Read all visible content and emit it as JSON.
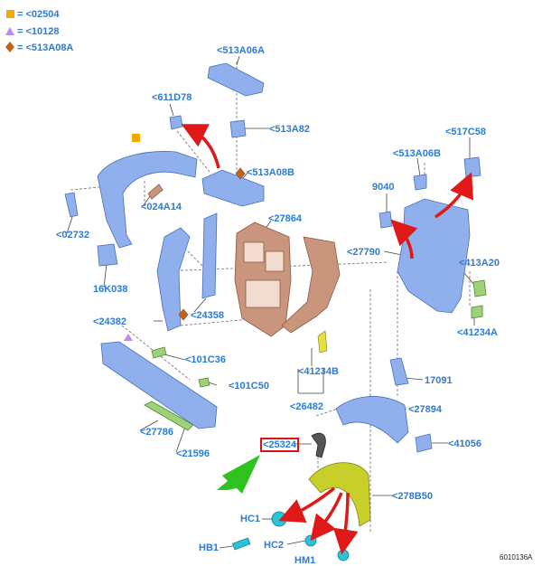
{
  "legend": [
    {
      "symbol": "square",
      "color": "#f5a800",
      "text": "= <02504"
    },
    {
      "symbol": "triangle",
      "color": "#b98ee6",
      "text": "= <10128"
    },
    {
      "symbol": "diamond",
      "color": "#c0641a",
      "text": "= <513A08A"
    }
  ],
  "colors": {
    "label": "#2c7bd6",
    "part_blue": "#8fb0ec",
    "part_bronze": "#c9957c",
    "part_yellow": "#c9cf2a",
    "part_cyan": "#2bc3d8",
    "part_green": "#9fd17a",
    "callout_arrow": "#e01818",
    "pointer_arrow": "#2fc21f",
    "highlight_box": "#e01010"
  },
  "labels": {
    "l513a06a": "<513A06A",
    "l611d78": "<611D78",
    "l513a82": "<513A82",
    "l513a08b": "<513A08B",
    "l024a14": "<024A14",
    "l02732": "<02732",
    "l16k038": "16K038",
    "l27864": "<27864",
    "l24358": "<24358",
    "l24382": "<24382",
    "l101c36": "<101C36",
    "l101c50": "<101C50",
    "l27786": "<27786",
    "l21596": "<21596",
    "l41234b": "<41234B",
    "l26482": "<26482",
    "l25324": "<25324",
    "l27790": "<27790",
    "l513a06b": "<513A06B",
    "l517c58": "<517C58",
    "l9040": "9040",
    "l413a20": "<413A20",
    "l41234a": "<41234A",
    "l17091": "17091",
    "l27894": "<27894",
    "l41056": "<41056",
    "l278b50": "<278B50",
    "lhc1": "HC1",
    "lhb1": "HB1",
    "lhc2": "HC2",
    "lhm1": "HM1"
  },
  "ref_code": "6010136A"
}
